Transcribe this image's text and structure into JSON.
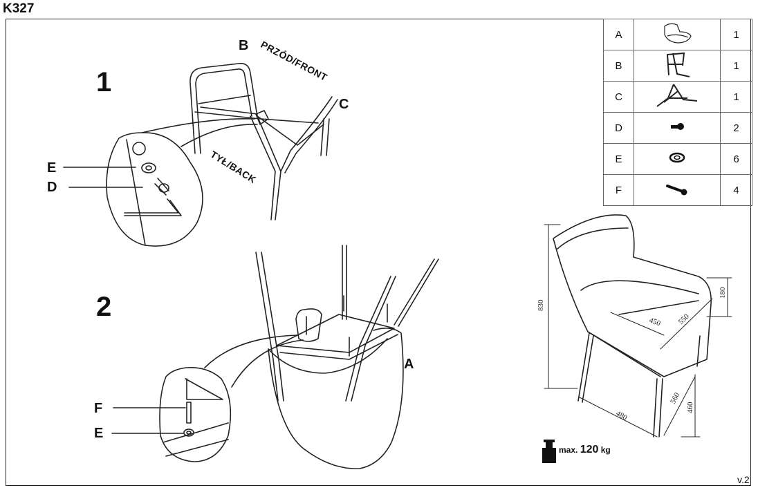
{
  "product_code": "K327",
  "steps": [
    "1",
    "2"
  ],
  "step1": {
    "part_b": "B",
    "front_label": "PRZÓD/FRONT",
    "part_c": "C",
    "back_label": "TYŁ/BACK",
    "callout_e": "E",
    "callout_d": "D"
  },
  "step2": {
    "part_a": "A",
    "callout_f": "F",
    "callout_e": "E"
  },
  "parts": [
    {
      "letter": "A",
      "icon": "seat-shell-icon",
      "qty": "1"
    },
    {
      "letter": "B",
      "icon": "backrest-frame-icon",
      "qty": "1"
    },
    {
      "letter": "C",
      "icon": "leg-frame-icon",
      "qty": "1"
    },
    {
      "letter": "D",
      "icon": "short-bolt-icon",
      "qty": "2"
    },
    {
      "letter": "E",
      "icon": "washer-icon",
      "qty": "6"
    },
    {
      "letter": "F",
      "icon": "long-bolt-icon",
      "qty": "4"
    }
  ],
  "dimensions": {
    "height": "830",
    "armrest": "180",
    "seat_depth": "450",
    "seat_width": "550",
    "total_width": "480",
    "depth": "560",
    "seat_height": "460"
  },
  "max_load": {
    "prefix": "max.",
    "value": "120",
    "unit": "kg"
  },
  "version": "v.2"
}
